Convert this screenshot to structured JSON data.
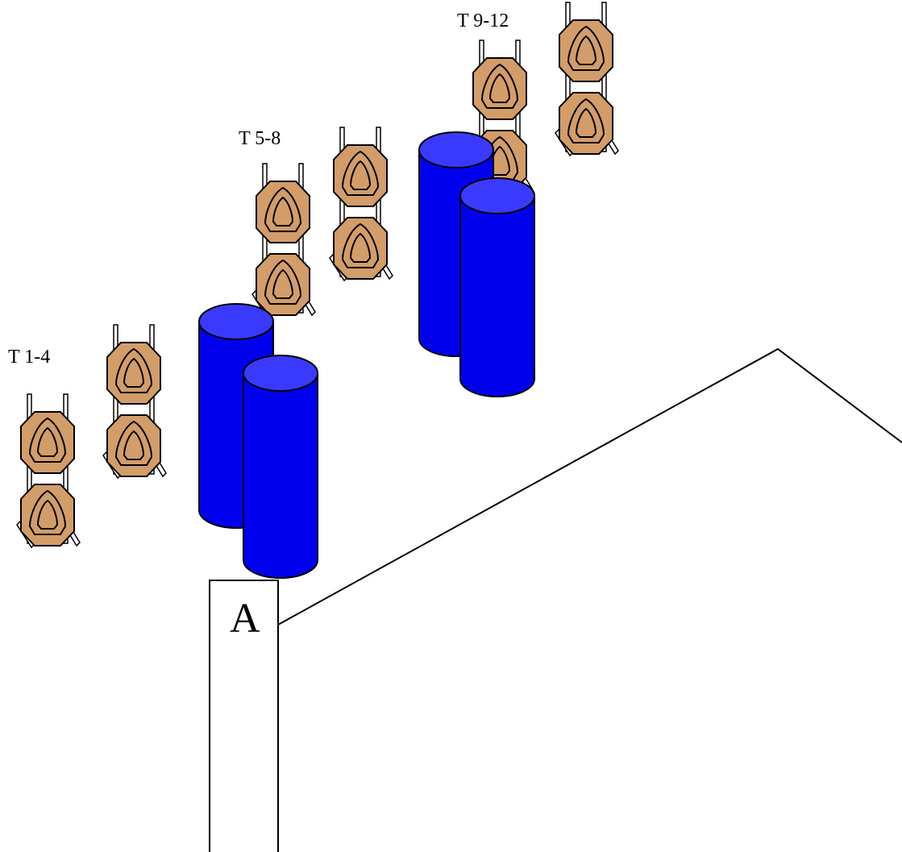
{
  "group_labels": {
    "t1": "T 1-4",
    "t2": "T 5-8",
    "t3": "T 9-12"
  },
  "start_box": {
    "label": "A"
  },
  "colors": {
    "target_fill": "#d29d69",
    "barrel_fill": "#0000ee",
    "barrel_top": "#3a3aff",
    "line": "#000000",
    "stand_fill": "#ffffff"
  }
}
